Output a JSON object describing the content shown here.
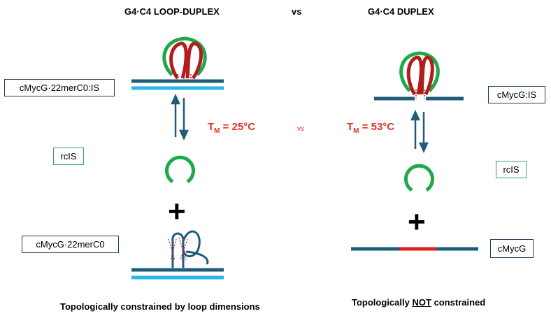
{
  "headings": {
    "left": "G4·C4 LOOP-DUPLEX",
    "vs": "vs",
    "right": "G4·C4 DUPLEX"
  },
  "labels": {
    "left_complex": "cMycG·22merC0:IS",
    "left_rcis": "rcIS",
    "left_strand": "cMycG·22merC0",
    "right_complex": "cMycG:IS",
    "right_rcis": "rcIS",
    "right_strand": "cMycG"
  },
  "melting": {
    "left_prefix": "T",
    "left_sub": "M",
    "left_value": " = 25°C",
    "middle_vs": "vs",
    "right_prefix": "T",
    "right_sub": "M",
    "right_value": " = 53°C"
  },
  "captions": {
    "left": "Topologically constrained by loop dimensions",
    "right_pre": "Topologically ",
    "right_not": "NOT",
    "right_post": " constrained"
  },
  "plus_sign": "+",
  "colors": {
    "navy": "#1f5c7a",
    "light_blue": "#29b6e8",
    "green": "#1ea84a",
    "red": "#c81e1e",
    "tm_red": "#e0312c"
  }
}
